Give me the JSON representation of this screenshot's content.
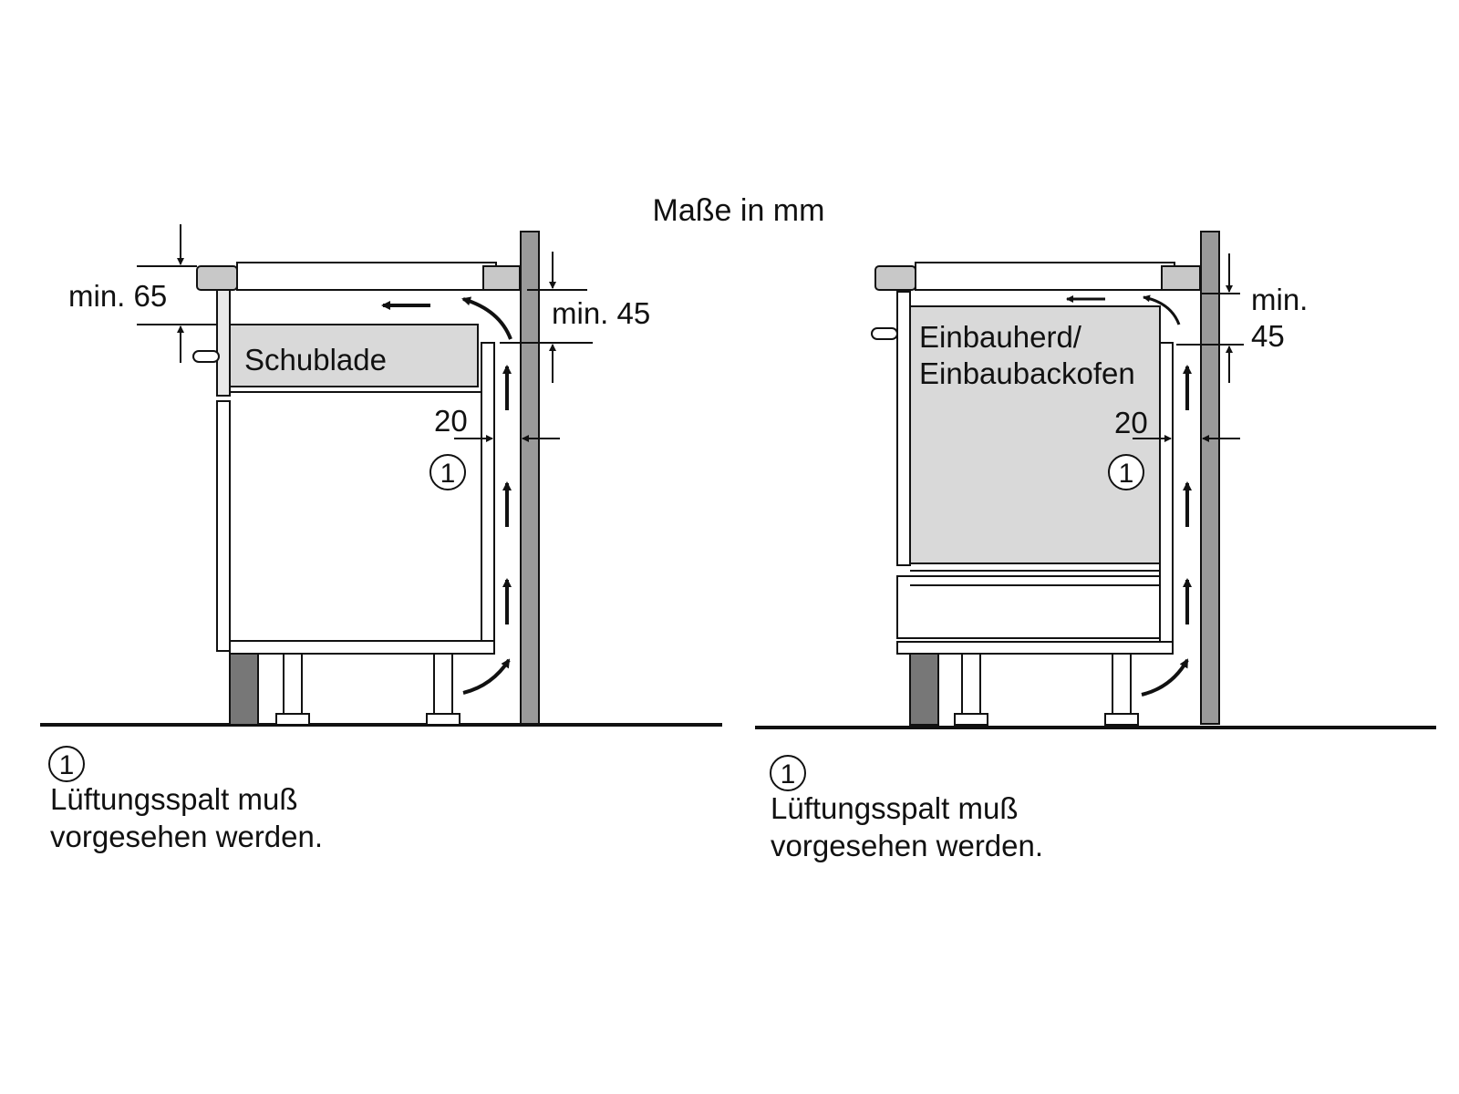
{
  "title": "Maße in mm",
  "left": {
    "dim_top": "min. 65",
    "dim_gap": "min. 45",
    "dim_side": "20",
    "component": "Schublade",
    "marker": "1",
    "note_marker": "1",
    "note_line1": "Lüftungsspalt muß",
    "note_line2": "vorgesehen werden."
  },
  "right": {
    "dim_gap_line1": "min.",
    "dim_gap_line2": "45",
    "dim_side": "20",
    "component_line1": "Einbauherd/",
    "component_line2": "Einbaubackofen",
    "marker": "1",
    "note_marker": "1",
    "note_line1": "Lüftungsspalt muß",
    "note_line2": "vorgesehen werden."
  },
  "colors": {
    "line": "#111111",
    "wall": "#9a9a9a",
    "panel": "#d9d9d9",
    "plinth": "#777777"
  }
}
